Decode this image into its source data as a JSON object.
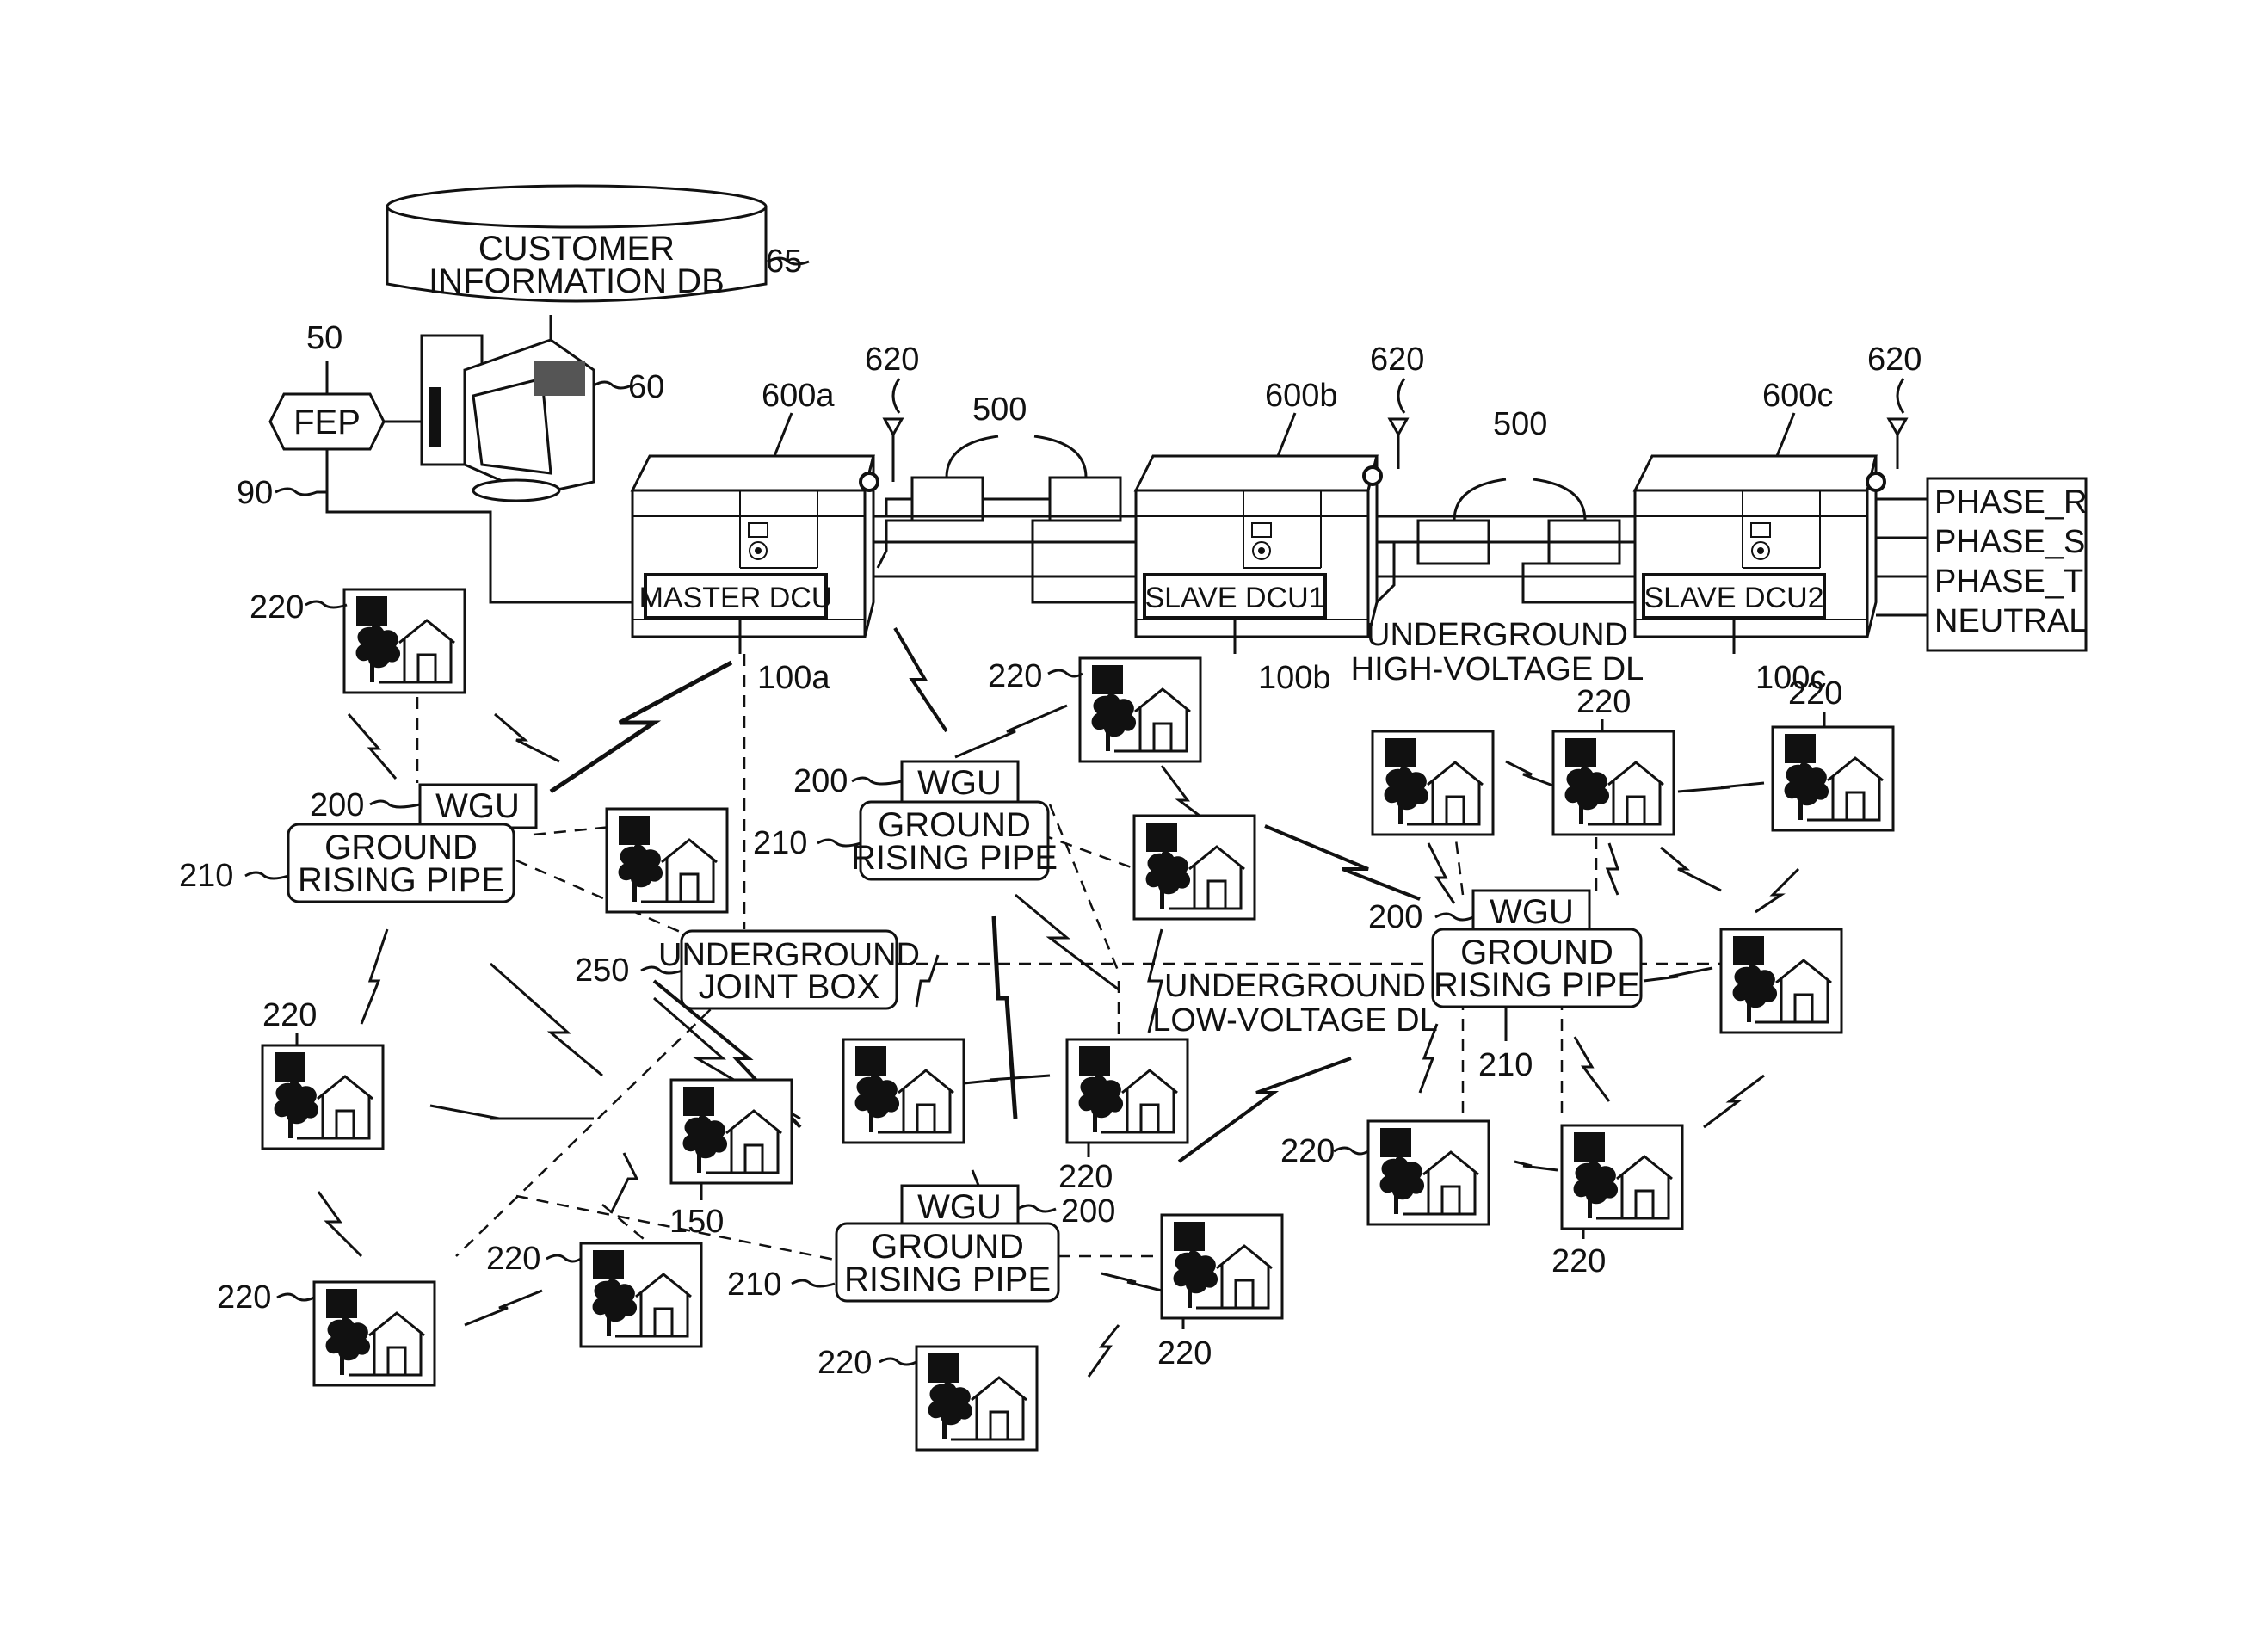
{
  "db": {
    "line1": "CUSTOMER",
    "line2": "INFORMATION DB",
    "ref": "65"
  },
  "fep": {
    "label": "FEP",
    "ref": "50",
    "link_ref": "90"
  },
  "computer": {
    "ref": "60"
  },
  "dcus": [
    {
      "label": "MASTER DCU",
      "box_ref": "600a",
      "unit_ref": "100a",
      "antenna_ref": "620"
    },
    {
      "label": "SLAVE DCU1",
      "box_ref": "600b",
      "unit_ref": "100b",
      "antenna_ref": "620"
    },
    {
      "label": "SLAVE DCU2",
      "box_ref": "600c",
      "unit_ref": "100c",
      "antenna_ref": "620"
    }
  ],
  "couplers": {
    "ref_1": "500",
    "ref_2": "500"
  },
  "phases": [
    "PHASE_R",
    "PHASE_S",
    "PHASE_T",
    "NEUTRAL"
  ],
  "hv_label": {
    "line1": "UNDERGROUND",
    "line2": "HIGH-VOLTAGE DL"
  },
  "lv_label": {
    "line1": "UNDERGROUND",
    "line2": "LOW-VOLTAGE DL"
  },
  "joint_box": {
    "line1": "UNDERGROUND",
    "line2": "JOINT BOX",
    "ref": "250"
  },
  "wgu": {
    "label": "WGU",
    "ref": "200"
  },
  "pipe": {
    "line1": "GROUND",
    "line2": "RISING PIPE",
    "ref": "210"
  },
  "house_ref": "220",
  "meter_ref": "150"
}
